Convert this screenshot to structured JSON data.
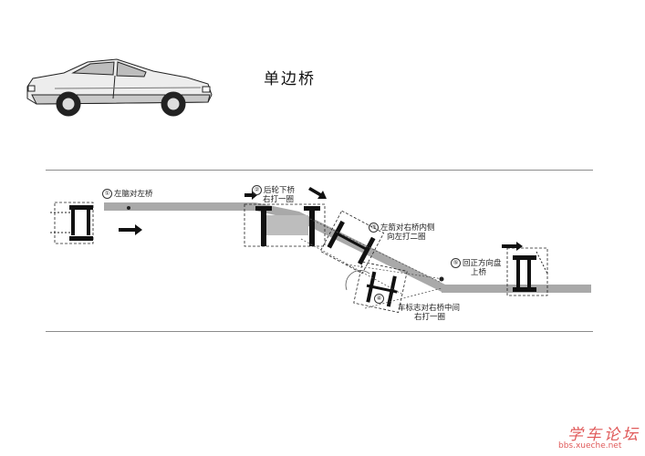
{
  "title": "单边桥",
  "steps": [
    {
      "num": "①",
      "lines": [
        "左脑对左桥"
      ]
    },
    {
      "num": "②",
      "lines": [
        "后轮下桥",
        "右打一圈"
      ]
    },
    {
      "num": "③",
      "lines": [
        "左箭对右桥内侧",
        "向左打二圈"
      ]
    },
    {
      "num": "④",
      "lines": [
        "车标志对右桥中间",
        "右打一圈"
      ]
    },
    {
      "num": "⑤",
      "lines": [
        "回正方向盘",
        "上桥"
      ]
    }
  ],
  "watermark": {
    "text": "学车论坛",
    "url": "bbs.xueche.net"
  },
  "colors": {
    "bridge": "#a9a9a9",
    "line": "#333333",
    "watermark": "#e05a5a"
  }
}
